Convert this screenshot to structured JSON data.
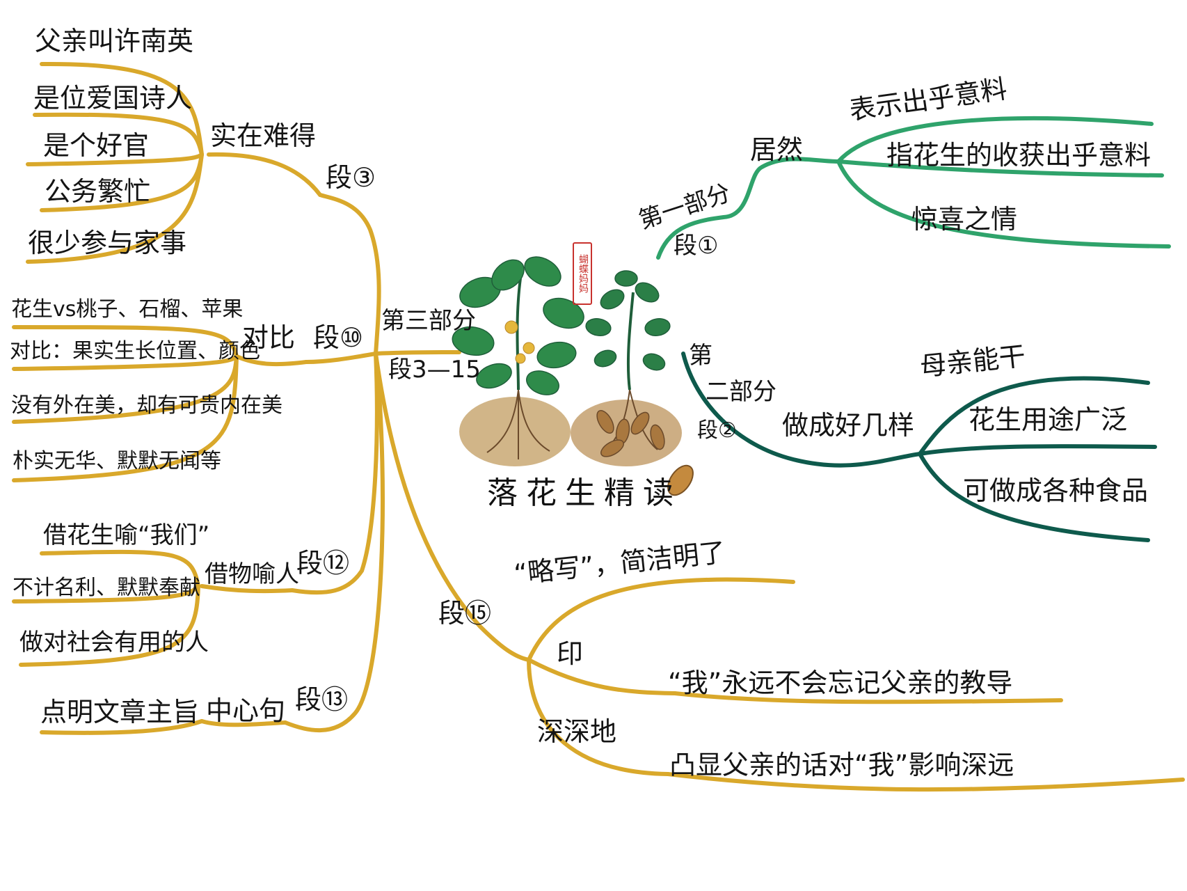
{
  "title": "落花生精读",
  "seal_text": "蝴蝶妈妈",
  "colors": {
    "gold": "#D9A82B",
    "green_light": "#2FA36B",
    "green_dark": "#0E5A4C",
    "leaf": "#2E8B4A",
    "leaf_dark": "#1F5E3A",
    "soil": "#C4A06E",
    "flower": "#E5B73B"
  },
  "icons": [
    "peanut-plant-icon",
    "peanut-icon",
    "seal-stamp-icon"
  ],
  "left": {
    "part3": {
      "label": "第三部分",
      "sub": "段3—15"
    },
    "d3": {
      "tag": "段③",
      "topic": "实在难得",
      "items": [
        "父亲叫许南英",
        "是位爱国诗人",
        "是个好官",
        "公务繁忙",
        "很少参与家事"
      ]
    },
    "d10": {
      "tag": "段⑩",
      "topic": "对比",
      "items": [
        "花生vs桃子、石榴、苹果",
        "对比：果实生长位置、颜色",
        "没有外在美，却有可贵内在美",
        "朴实无华、默默无闻等"
      ]
    },
    "d12": {
      "tag": "段⑫",
      "topic": "借物喻人",
      "items": [
        "借花生喻“我们”",
        "不计名利、默默奉献",
        "做对社会有用的人"
      ]
    },
    "d13": {
      "tag": "段⑬",
      "topic": "中心句",
      "items": [
        "点明文章主旨"
      ]
    }
  },
  "right": {
    "part1": {
      "label": "第一部分",
      "sub": "段①",
      "topic": "居然",
      "items": [
        "表示出乎意料",
        "指花生的收获出乎意料",
        "惊喜之情"
      ]
    },
    "part2": {
      "label_a": "第",
      "label_b": "二部分",
      "sub": "段②",
      "topic": "做成好几样",
      "items": [
        "母亲能干",
        "花生用途广泛",
        "可做成各种食品"
      ]
    },
    "d15": {
      "tag": "段⑮",
      "item0": "“略写”，简洁明了",
      "k1": "印",
      "k1_item": "“我”永远不会忘记父亲的教导",
      "k2": "深深地",
      "k2_item": "凸显父亲的话对“我”影响深远"
    }
  }
}
